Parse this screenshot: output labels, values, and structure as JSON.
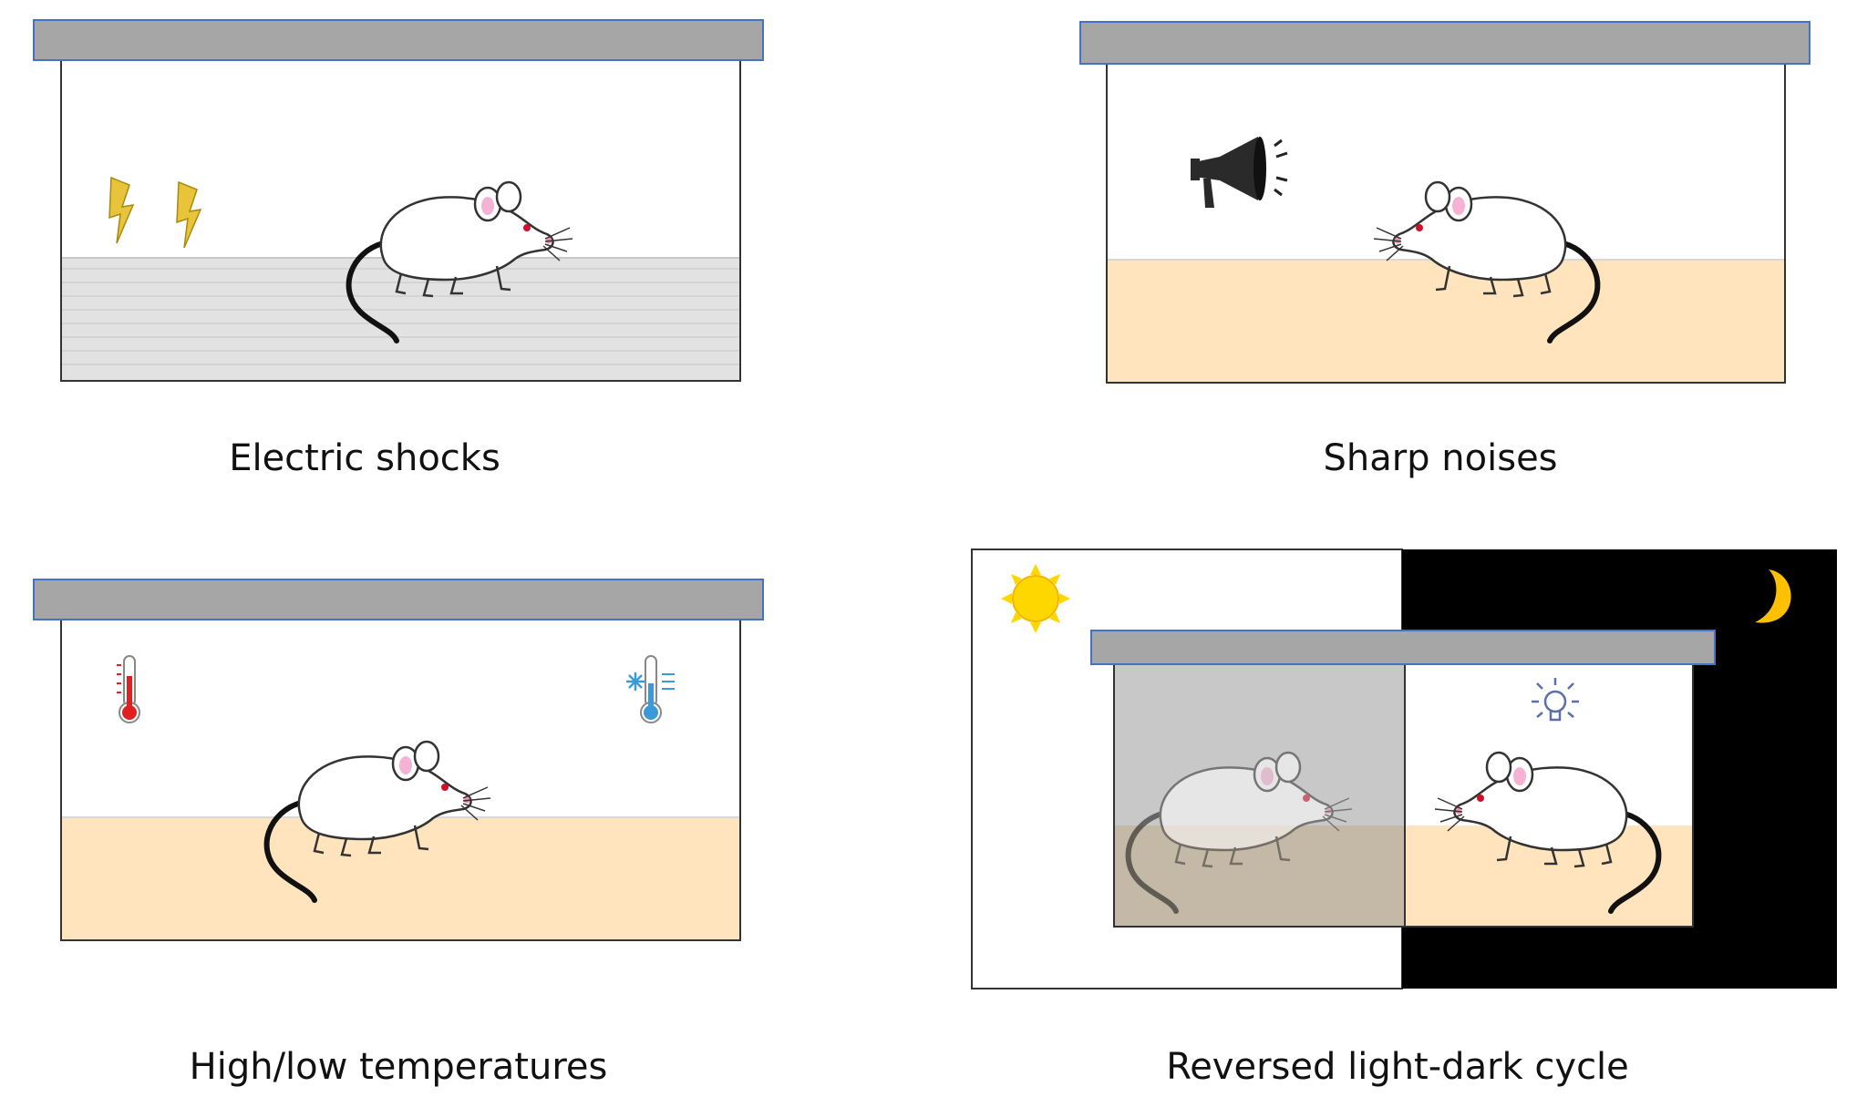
{
  "panels": [
    {
      "caption": "Electric shocks"
    },
    {
      "caption": "Sharp noises"
    },
    {
      "caption": "High/low temperatures"
    },
    {
      "caption": "Reversed light-dark cycle"
    }
  ],
  "icons": [
    "lightning-bolt-icon",
    "megaphone-icon",
    "thermometer-hot-icon",
    "thermometer-cold-icon",
    "sun-icon",
    "moon-icon",
    "light-bulb-icon",
    "mouse-icon"
  ],
  "colors": {
    "lid": "#a6a6a6",
    "lid_border": "#4472c4",
    "bedding": "#ffe4bd",
    "grid_floor": "#e2e2e2",
    "dark": "#000000",
    "sun": "#ffd700",
    "moon": "#ffc000",
    "bolt": "#e8c43a",
    "hot": "#e02020",
    "cold": "#3a9ad9"
  }
}
